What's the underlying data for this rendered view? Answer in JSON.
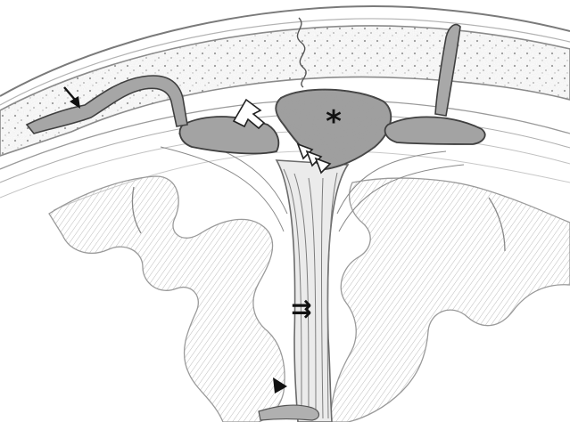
{
  "figure": {
    "labels": {
      "asterisk": "*",
      "double_arrow": "⇉"
    },
    "colors": {
      "background": "#ffffff",
      "pencil_dark": "#3a3a3a",
      "pencil_mid": "#8a8a8a",
      "pencil_light": "#c8c8c8",
      "shading": "#9c9c9c",
      "shading_light": "#d9d9d9"
    },
    "markers": [
      {
        "name": "black-arrow",
        "icon": "arrow-down-right-filled"
      },
      {
        "name": "white-arrow",
        "icon": "arrow-down-left-outline"
      },
      {
        "name": "white-arrowheads",
        "icon": "triangle-outline",
        "count": 3
      },
      {
        "name": "black-arrowhead",
        "icon": "triangle-filled"
      },
      {
        "name": "double-arrow",
        "icon": "double-arrow-right"
      }
    ]
  }
}
